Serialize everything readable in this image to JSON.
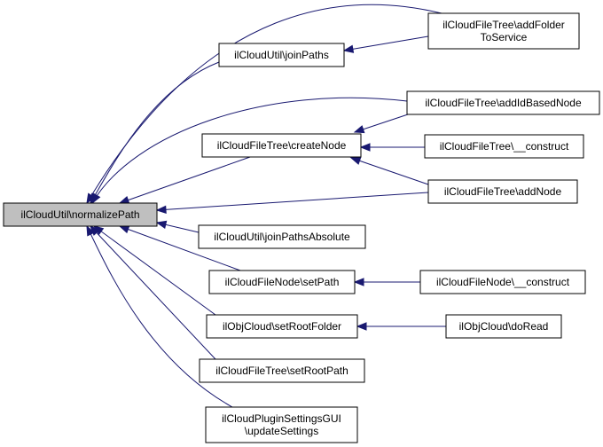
{
  "colors": {
    "edge": "#191970",
    "root_fill": "#bfbfbf",
    "node_fill": "#ffffff",
    "node_border": "#000000"
  },
  "nodes": {
    "root": {
      "lines": [
        "ilCloudUtil\\normalizePath"
      ]
    },
    "joinPaths": {
      "lines": [
        "ilCloudUtil\\joinPaths"
      ]
    },
    "createNode": {
      "lines": [
        "ilCloudFileTree\\createNode"
      ]
    },
    "joinPathsAbsolute": {
      "lines": [
        "ilCloudUtil\\joinPathsAbsolute"
      ]
    },
    "setPath": {
      "lines": [
        "ilCloudFileNode\\setPath"
      ]
    },
    "setRootFolder": {
      "lines": [
        "ilObjCloud\\setRootFolder"
      ]
    },
    "setRootPath": {
      "lines": [
        "ilCloudFileTree\\setRootPath"
      ]
    },
    "updateSettings": {
      "lines": [
        "ilCloudPluginSettingsGUI",
        "\\updateSettings"
      ]
    },
    "addFolderToService": {
      "lines": [
        "ilCloudFileTree\\addFolder",
        "ToService"
      ]
    },
    "addIdBasedNode": {
      "lines": [
        "ilCloudFileTree\\addIdBasedNode"
      ]
    },
    "treeConstruct": {
      "lines": [
        "ilCloudFileTree\\__construct"
      ]
    },
    "addNode": {
      "lines": [
        "ilCloudFileTree\\addNode"
      ]
    },
    "nodeConstruct": {
      "lines": [
        "ilCloudFileNode\\__construct"
      ]
    },
    "doRead": {
      "lines": [
        "ilObjCloud\\doRead"
      ]
    }
  },
  "edges": [
    {
      "from": "addFolderToService",
      "to": "root"
    },
    {
      "from": "joinPaths",
      "to": "root"
    },
    {
      "from": "addIdBasedNode",
      "to": "root"
    },
    {
      "from": "createNode",
      "to": "root"
    },
    {
      "from": "addNode",
      "to": "root"
    },
    {
      "from": "joinPathsAbsolute",
      "to": "root"
    },
    {
      "from": "setPath",
      "to": "root"
    },
    {
      "from": "setRootFolder",
      "to": "root"
    },
    {
      "from": "setRootPath",
      "to": "root"
    },
    {
      "from": "updateSettings",
      "to": "root"
    },
    {
      "from": "addFolderToService",
      "to": "joinPaths"
    },
    {
      "from": "addIdBasedNode",
      "to": "createNode"
    },
    {
      "from": "treeConstruct",
      "to": "createNode"
    },
    {
      "from": "addNode",
      "to": "createNode"
    },
    {
      "from": "nodeConstruct",
      "to": "setPath"
    },
    {
      "from": "doRead",
      "to": "setRootFolder"
    }
  ]
}
